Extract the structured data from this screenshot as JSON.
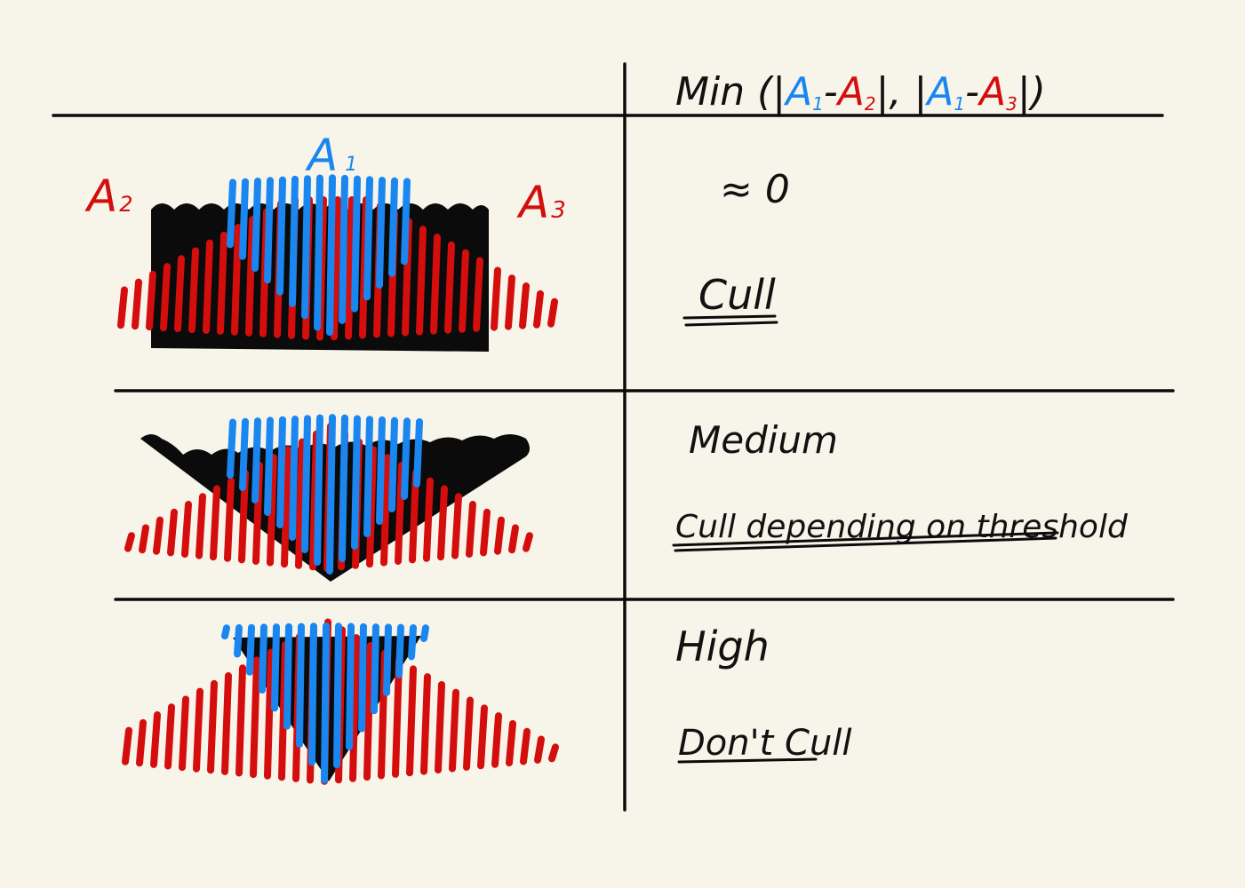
{
  "colors": {
    "background": "#f7f4e9",
    "ink": "#0b0b0b",
    "a1_blue": "#1a86f0",
    "a23_red": "#d40d0d"
  },
  "header": {
    "min_prefix": "Min (|",
    "a1": "A",
    "a1_sub": "1",
    "minus": "-",
    "a2": "A",
    "a2_sub": "2",
    "sep": "|, |",
    "a3": "A",
    "a3_sub": "3",
    "close": "|)"
  },
  "labels": {
    "a1": "A",
    "a1_sub": "1",
    "a2": "A",
    "a2_sub": "2",
    "a3": "A",
    "a3_sub": "3"
  },
  "rows": [
    {
      "value": "≈ 0",
      "action": "Cull"
    },
    {
      "value": "Medium",
      "action": "Cull depending on threshold"
    },
    {
      "value": "High",
      "action": "Don't Cull"
    }
  ]
}
